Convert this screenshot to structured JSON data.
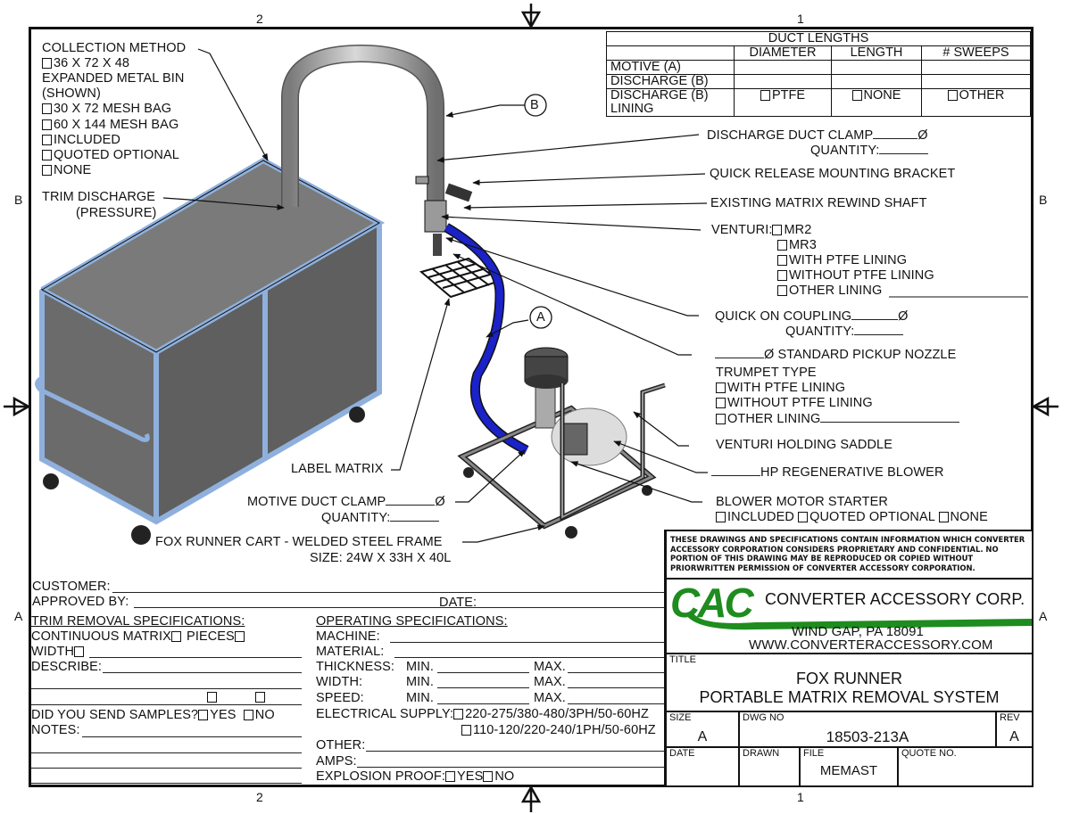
{
  "sheet": {
    "zone_top": [
      "2",
      "1"
    ],
    "zone_side": [
      "B",
      "A"
    ],
    "zone_bottom": [
      "2",
      "1"
    ]
  },
  "duct_table": {
    "title": "DUCT LENGTHS",
    "columns": [
      "",
      "DIAMETER",
      "LENGTH",
      "# SWEEPS"
    ],
    "rows": [
      {
        "label": "MOTIVE (A)",
        "cells": [
          "",
          "",
          ""
        ]
      },
      {
        "label": "DISCHARGE (B)",
        "cells": [
          "",
          "",
          ""
        ]
      },
      {
        "label": "DISCHARGE (B) LINING",
        "cells": [
          "PTFE",
          "NONE",
          "OTHER"
        ]
      }
    ]
  },
  "callouts": {
    "collection_method": {
      "title": "COLLECTION METHOD",
      "options": [
        "36 X 72 X 48",
        "30 X 72 MESH BAG",
        "60 X 144 MESH BAG",
        "INCLUDED",
        "QUOTED OPTIONAL",
        "NONE"
      ],
      "note_line1": "EXPANDED METAL BIN",
      "note_line2": "(SHOWN)"
    },
    "trim_discharge": {
      "line1": "TRIM DISCHARGE",
      "line2": "(PRESSURE)"
    },
    "balloon_b": "B",
    "balloon_a": "A",
    "discharge_duct_clamp": {
      "label": "DISCHARGE DUCT CLAMP",
      "dia": "Ø",
      "qty": "QUANTITY:"
    },
    "quick_release": "QUICK RELEASE MOUNTING BRACKET",
    "rewind_shaft": "EXISTING MATRIX REWIND SHAFT",
    "venturi": {
      "label": "VENTURI:",
      "options": [
        "MR2",
        "MR3",
        "WITH PTFE LINING",
        "WITHOUT PTFE LINING",
        "OTHER LINING"
      ]
    },
    "quick_on_coupling": {
      "label": "QUICK ON COUPLING",
      "dia": "Ø",
      "qty": "QUANTITY:"
    },
    "pickup_nozzle": {
      "label": "Ø STANDARD PICKUP NOZZLE",
      "type_title": "TRUMPET TYPE",
      "options": [
        "WITH PTFE LINING",
        "WITHOUT PTFE LINING",
        "OTHER LINING"
      ]
    },
    "venturi_saddle": "VENTURI HOLDING SADDLE",
    "blower": "HP REGENERATIVE BLOWER",
    "motor_starter": {
      "label": "BLOWER MOTOR STARTER",
      "options": [
        "INCLUDED",
        "QUOTED OPTIONAL",
        "NONE"
      ]
    },
    "label_matrix": "LABEL MATRIX",
    "motive_duct_clamp": {
      "label": "MOTIVE DUCT CLAMP",
      "dia": "Ø",
      "qty": "QUANTITY:"
    },
    "cart": {
      "line1": "FOX RUNNER CART - WELDED STEEL FRAME",
      "line2": "SIZE: 24W X 33H X 40L"
    }
  },
  "form": {
    "customer": "CUSTOMER:",
    "approved_by": "APPROVED BY:",
    "date": "DATE:",
    "trim_spec": {
      "title": "TRIM REMOVAL SPECIFICATIONS:",
      "continuous": "CONTINUOUS MATRIX",
      "pieces": "PIECES",
      "width": "WIDTH",
      "describe": "DESCRIBE:",
      "samples": "DID YOU SEND SAMPLES?",
      "yes": "YES",
      "no": "NO",
      "notes": "NOTES:"
    },
    "operating_spec": {
      "title": "OPERATING SPECIFICATIONS:",
      "machine": "MACHINE:",
      "material": "MATERIAL:",
      "rows": [
        {
          "label": "THICKNESS:",
          "min": "MIN.",
          "max": "MAX."
        },
        {
          "label": "WIDTH:",
          "min": "MIN.",
          "max": "MAX."
        },
        {
          "label": "SPEED:",
          "min": "MIN.",
          "max": "MAX."
        }
      ],
      "electrical": "ELECTRICAL SUPPLY:",
      "electrical_options": [
        "220-275/380-480/3PH/50-60HZ",
        "110-120/220-240/1PH/50-60HZ"
      ],
      "other": "OTHER:",
      "amps": "AMPS:",
      "explosion": "EXPLOSION PROOF:",
      "yes": "YES",
      "no": "NO"
    }
  },
  "title_block": {
    "disclaimer": "THESE DRAWINGS AND SPECIFICATIONS CONTAIN INFORMATION WHICH CONVERTER ACCESSORY CORPORATION CONSIDERS PROPRIETARY AND CONFIDENTIAL.  NO PORTION OF THIS DRAWING MAY BE REPRODUCED OR COPIED WITHOUT PRIORWRITTEN PERMISSION OF CONVERTER ACCESSORY CORPORATION.",
    "logo_text": "CAC",
    "company": "CONVERTER ACCESSORY CORP.",
    "address": "WIND GAP, PA 18091",
    "website": "WWW.CONVERTERACCESSORY.COM",
    "title_label": "TITLE",
    "title_line1": "FOX RUNNER",
    "title_line2": "PORTABLE MATRIX REMOVAL SYSTEM",
    "size_label": "SIZE",
    "size": "A",
    "dwg_label": "DWG NO",
    "dwg_no": "18503-213A",
    "rev_label": "REV",
    "rev": "A",
    "date_label": "DATE",
    "date": "",
    "drawn_label": "DRAWN",
    "drawn": "",
    "file_label": "FILE",
    "file": "MEMAST",
    "quote_label": "QUOTE NO.",
    "quote": ""
  },
  "colors": {
    "brand_green": "#1e8c1e",
    "frame_blue": "#8fb0dd",
    "hose_blue": "#1a22c8",
    "panel_gray": "#6b6b6b"
  }
}
